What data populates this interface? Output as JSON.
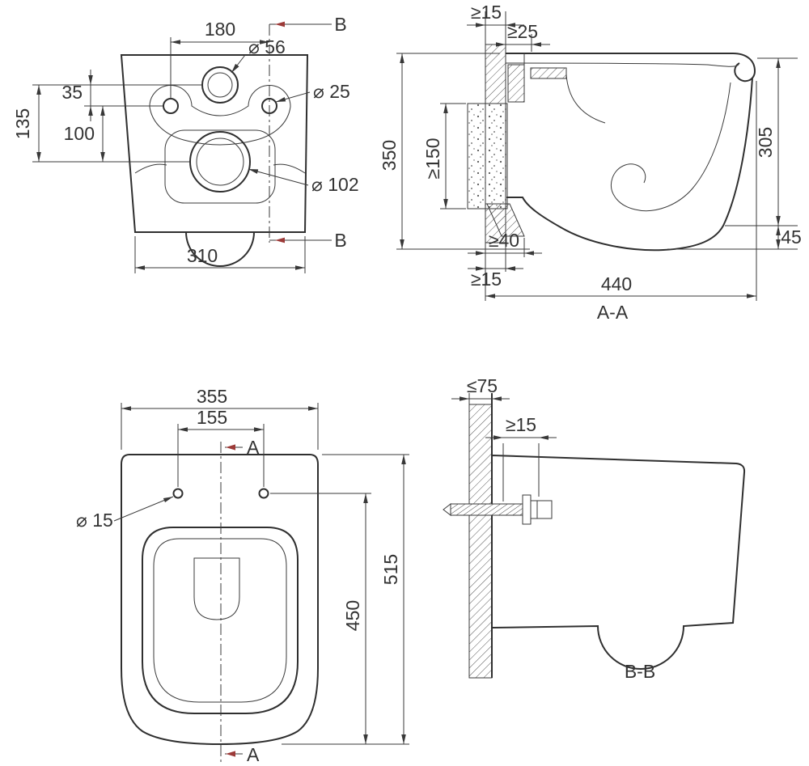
{
  "drawing": {
    "type": "technical-dimension-drawing",
    "line_color": "#3a3a3a",
    "section_arrow_color": "#9c3a38",
    "views": {
      "rear": {
        "dim_180": "180",
        "dim_d56": "⌀ 56",
        "dim_35": "35",
        "dim_135": "135",
        "dim_100": "100",
        "dim_d25": "⌀ 25",
        "dim_d102": "⌀ 102",
        "dim_310": "310",
        "section_label_top": "B",
        "section_label_bottom": "B"
      },
      "section_aa": {
        "title": "A-A",
        "dim_ge15_top": "≥15",
        "dim_ge25": "≥25",
        "dim_350": "350",
        "dim_ge150": "≥150",
        "dim_305": "305",
        "dim_45": "45",
        "dim_ge40": "≥40",
        "dim_ge15_bottom": "≥15",
        "dim_440": "440"
      },
      "top": {
        "dim_355": "355",
        "dim_155": "155",
        "dim_d15": "⌀ 15",
        "dim_515": "515",
        "dim_450": "450",
        "section_label_top": "A",
        "section_label_bottom": "A"
      },
      "section_bb": {
        "title": "B-B",
        "dim_le75": "≤75",
        "dim_ge15": "≥15"
      }
    }
  }
}
